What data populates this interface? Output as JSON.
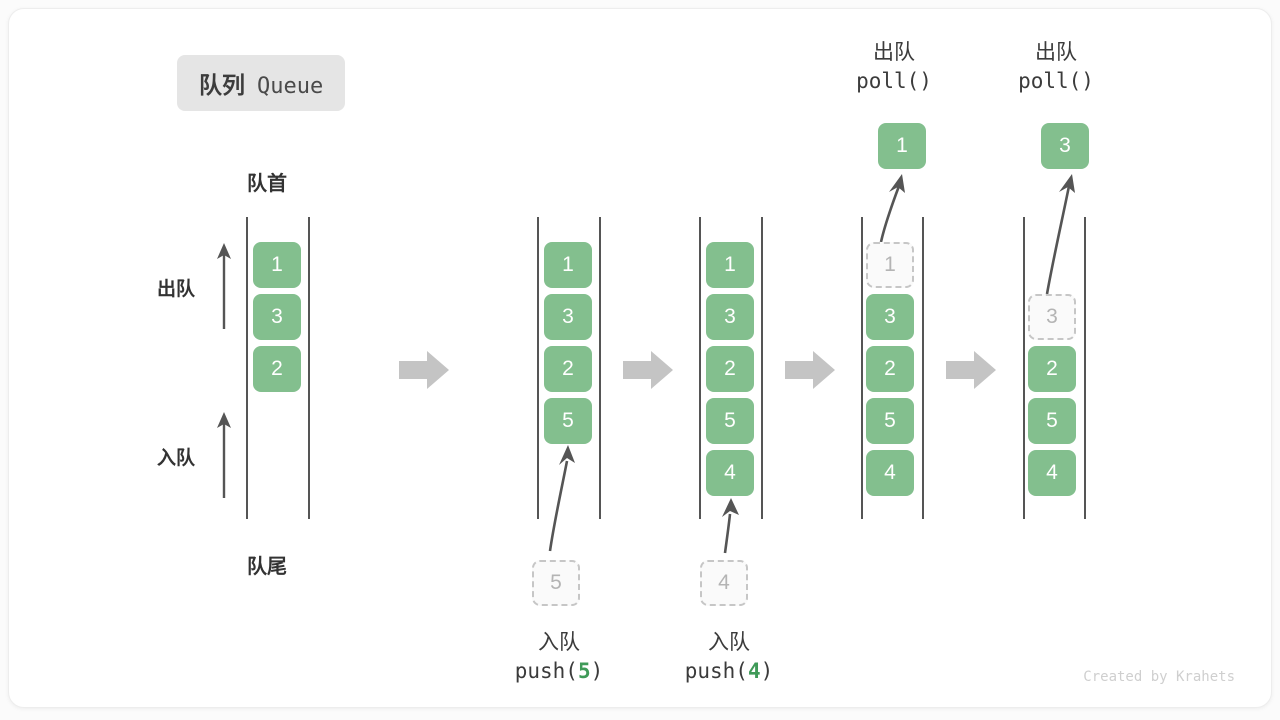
{
  "title": {
    "cn": "队列",
    "en": "Queue"
  },
  "labels": {
    "head": "队首",
    "tail": "队尾",
    "dequeue_side": "出队",
    "enqueue_side": "入队"
  },
  "colors": {
    "element_green": "#83bf8e",
    "arg_green": "#3f9a58",
    "ghost_border": "#c6c6c6",
    "rail": "#555555",
    "transition_arrow": "#c4c4c4",
    "badge_bg": "#e5e5e5"
  },
  "operations": {
    "push5": {
      "cn": "入队",
      "code_prefix": "push(",
      "arg": "5",
      "code_suffix": ")"
    },
    "push4": {
      "cn": "入队",
      "code_prefix": "push(",
      "arg": "4",
      "code_suffix": ")"
    },
    "poll1": {
      "cn": "出队",
      "code": "poll()"
    },
    "poll2": {
      "cn": "出队",
      "code": "poll()"
    }
  },
  "columns": [
    {
      "id": "initial",
      "elements": [
        "1",
        "3",
        "2"
      ],
      "ghost": null,
      "incoming": null,
      "popped": null
    },
    {
      "id": "after-push-5",
      "elements": [
        "1",
        "3",
        "2",
        "5"
      ],
      "ghost": null,
      "incoming": "5",
      "popped": null
    },
    {
      "id": "after-push-4",
      "elements": [
        "1",
        "3",
        "2",
        "5",
        "4"
      ],
      "ghost": null,
      "incoming": "4",
      "popped": null
    },
    {
      "id": "after-poll-1",
      "elements": [
        "3",
        "2",
        "5",
        "4"
      ],
      "ghost": "1",
      "incoming": null,
      "popped": "1"
    },
    {
      "id": "after-poll-3",
      "elements": [
        "2",
        "5",
        "4"
      ],
      "ghost": "3",
      "incoming": null,
      "popped": "3"
    }
  ],
  "watermark": "Created by Krahets"
}
